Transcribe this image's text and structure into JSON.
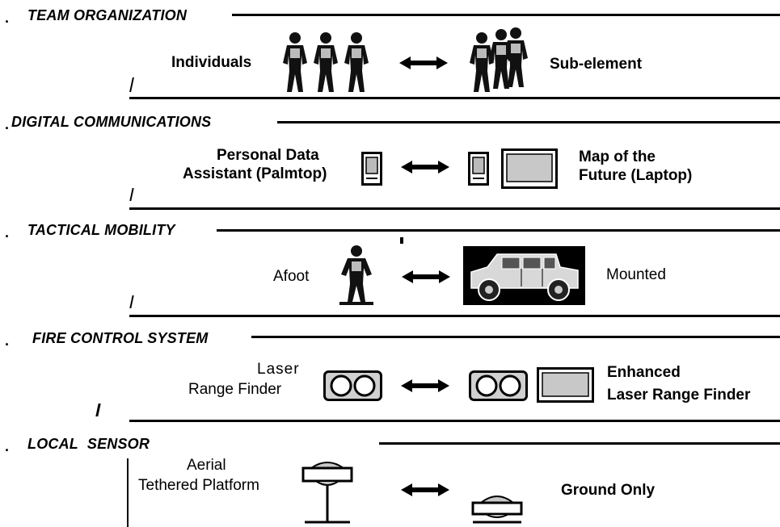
{
  "sections": [
    {
      "title": "TEAM ORGANIZATION",
      "left_label": "Individuals",
      "right_label": "Sub-element",
      "left_icon": "three-soldiers-icon",
      "right_icon": "grouped-soldiers-icon"
    },
    {
      "title": "DIGITAL COMMUNICATIONS",
      "left_label_line1": "Personal  Data",
      "left_label_line2": "Assistant  (Palmtop)",
      "right_label_line1": "Map of the",
      "right_label_line2": "Future (Laptop)",
      "left_icon": "palmtop-icon",
      "right_icon": "laptop-icon"
    },
    {
      "title": "TACTICAL MOBILITY",
      "left_label": "Afoot",
      "right_label": "Mounted",
      "left_icon": "soldier-icon",
      "right_icon": "humvee-vehicle-icon"
    },
    {
      "title": "FIRE CONTROL SYSTEM",
      "left_label_line1": "Laser",
      "left_label_line2": "Range  Finder",
      "right_label_line1": "Enhanced",
      "right_label_line2": "Laser Range Finder",
      "left_icon": "binocular-range-finder-icon",
      "right_icon": "enhanced-range-finder-icon"
    },
    {
      "title": "LOCAL  SENSOR",
      "left_label_line1": "Aerial",
      "left_label_line2": "Tethered  Platform",
      "right_label": "Ground Only",
      "left_icon": "tethered-aerial-sensor-icon",
      "right_icon": "ground-sensor-icon"
    }
  ],
  "arrow_icon": "double-arrow-icon"
}
